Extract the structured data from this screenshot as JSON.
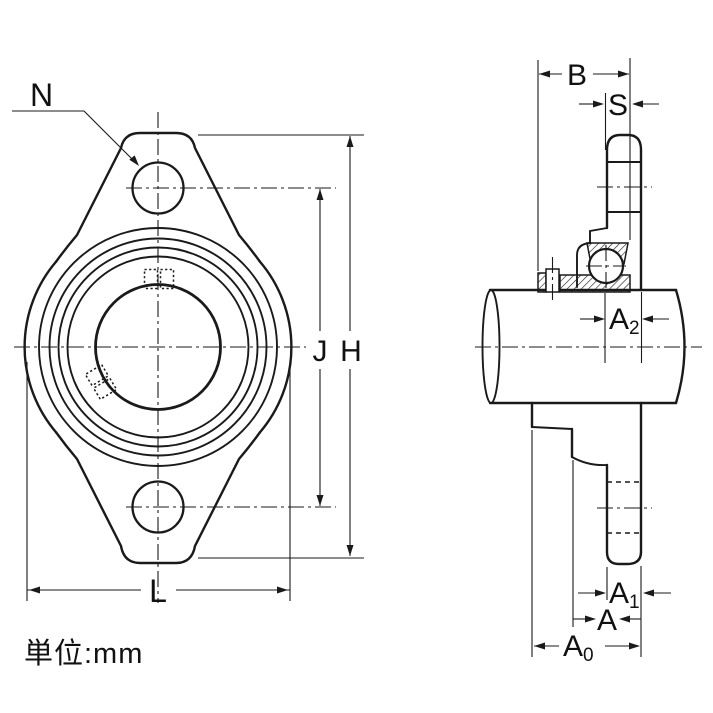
{
  "drawing": {
    "type": "bearing-unit-dimensional-drawing",
    "unit_note": "単位:mm",
    "colors": {
      "line": "#1a1a1a",
      "background": "#ffffff"
    },
    "dims": {
      "n": "N",
      "b": "B",
      "s": "S",
      "j": "J",
      "h": "H",
      "l": "L",
      "a": "A",
      "a2": {
        "base": "A",
        "sub": "2"
      },
      "a1": {
        "base": "A",
        "sub": "1"
      },
      "a0": {
        "base": "A",
        "sub": "0"
      }
    }
  }
}
